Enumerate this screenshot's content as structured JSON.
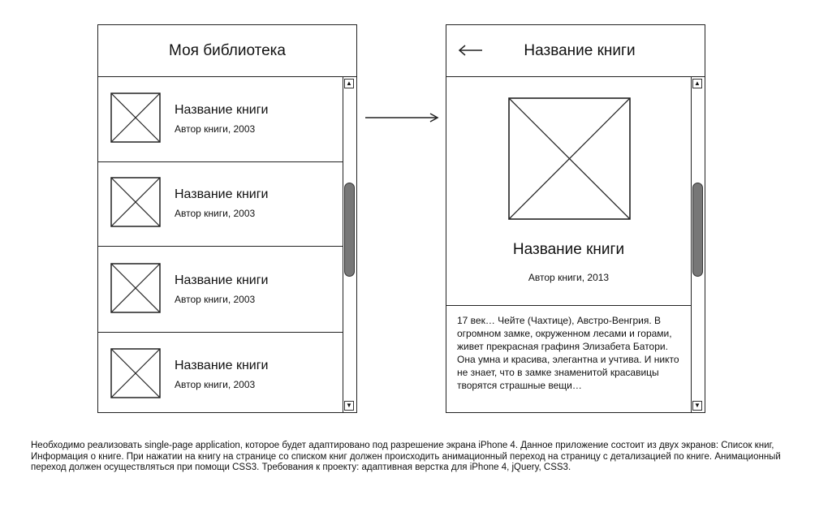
{
  "library_screen": {
    "title": "Моя библиотека",
    "books": [
      {
        "title": "Название книги",
        "author": "Автор книги, 2003"
      },
      {
        "title": "Название книги",
        "author": "Автор книги, 2003"
      },
      {
        "title": "Название книги",
        "author": "Автор книги, 2003"
      },
      {
        "title": "Название книги",
        "author": "Автор книги, 2003"
      }
    ]
  },
  "details_screen": {
    "title": "Название книги",
    "book_title": "Название книги",
    "book_author": "Автор книги, 2013",
    "description": "17 век… Чейте (Чахтице), Австро-Венгрия. В огромном замке, окруженном лесами и горами, живет прекрасная графиня Элизабета Батори. Она умна и красива, элегантна и учтива. И никто не знает, что в замке знаменитой красавицы творятся страшные вещи…"
  },
  "scrollbar": {
    "up_glyph": "▲",
    "down_glyph": "▼"
  },
  "footer": {
    "text": "Необходимо реализовать single-page application, которое будет адаптировано под разрешение экрана iPhone 4. Данное приложение состоит из двух экранов: Список книг, Информация о книге. При нажатии на книгу на странице со списком книг должен происходить анимационный переход на страницу с детализацией по книге. Анимационный переход должен осуществляться при помощи CSS3. Требования к проекту: адаптивная верстка для iPhone 4, jQuery, CSS3."
  },
  "colors": {
    "stroke": "#222222",
    "thumb": "#777777",
    "background": "#ffffff"
  }
}
